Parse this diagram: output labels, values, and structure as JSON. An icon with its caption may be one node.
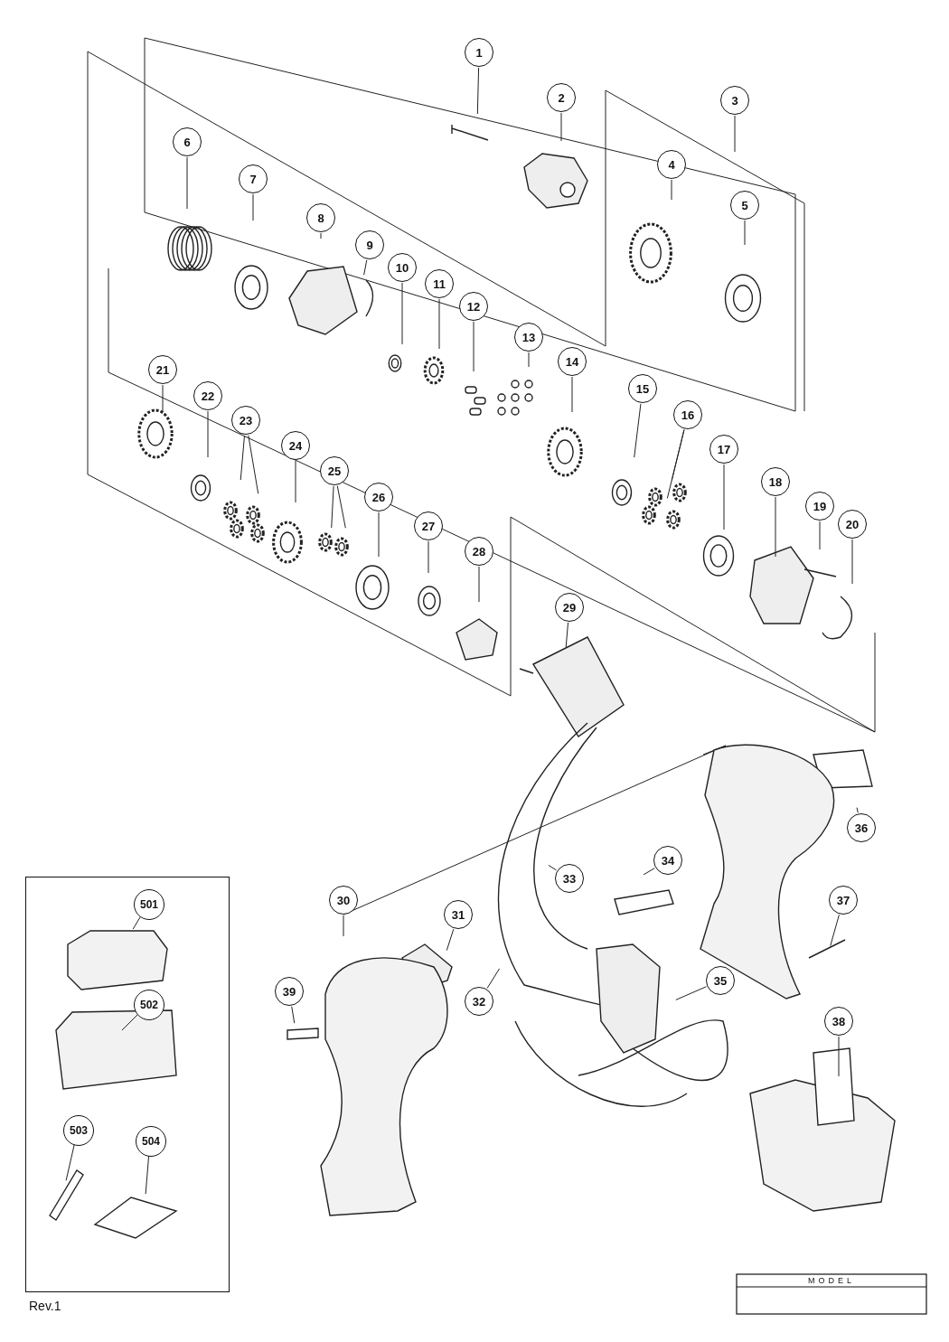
{
  "diagram": {
    "nodes": [
      {
        "text": [
          "1"
        ]
      },
      {
        "text": [
          "2"
        ]
      },
      {
        "text": [
          "3"
        ]
      },
      {
        "text": [
          "4"
        ]
      },
      {
        "text": [
          "5"
        ]
      },
      {
        "text": [
          "6"
        ]
      },
      {
        "text": [
          "7"
        ]
      },
      {
        "text": [
          "8"
        ]
      },
      {
        "text": [
          "9"
        ]
      },
      {
        "text": [
          "10"
        ]
      },
      {
        "text": [
          "11"
        ]
      },
      {
        "text": [
          "12"
        ]
      },
      {
        "text": [
          "13"
        ]
      },
      {
        "text": [
          "14"
        ]
      },
      {
        "text": [
          "15"
        ]
      },
      {
        "text": [
          "16"
        ]
      },
      {
        "text": [
          "17"
        ]
      },
      {
        "text": [
          "18"
        ]
      },
      {
        "text": [
          "19"
        ]
      },
      {
        "text": [
          "20"
        ]
      },
      {
        "text": [
          "21"
        ]
      },
      {
        "text": [
          "22"
        ]
      },
      {
        "text": [
          "23"
        ]
      },
      {
        "text": [
          "24"
        ]
      },
      {
        "text": [
          "25"
        ]
      },
      {
        "text": [
          "26"
        ]
      },
      {
        "text": [
          "27"
        ]
      },
      {
        "text": [
          "28"
        ]
      },
      {
        "text": [
          "29"
        ]
      },
      {
        "text": [
          "30"
        ]
      },
      {
        "text": [
          "31"
        ]
      },
      {
        "text": [
          "32"
        ]
      },
      {
        "text": [
          "33"
        ]
      },
      {
        "text": [
          "34"
        ]
      },
      {
        "text": [
          "35"
        ]
      },
      {
        "text": [
          "36"
        ]
      },
      {
        "text": [
          "37"
        ]
      },
      {
        "text": [
          "38"
        ]
      },
      {
        "text": [
          "39"
        ]
      },
      {
        "text": [],
        "shape": "box"
      },
      {
        "text": [
          "501"
        ],
        "in": 39
      },
      {
        "text": [
          "502"
        ],
        "in": 39
      },
      {
        "text": [
          "503"
        ],
        "in": 39
      },
      {
        "text": [
          "504"
        ],
        "in": 39
      }
    ],
    "edges": [
      {
        "from": 0,
        "to": null,
        "arrow": "none"
      },
      {
        "from": 1,
        "to": null,
        "arrow": "none"
      },
      {
        "from": 2,
        "to": null,
        "arrow": "none"
      },
      {
        "from": 3,
        "to": null,
        "arrow": "none"
      },
      {
        "from": 4,
        "to": null,
        "arrow": "none"
      },
      {
        "from": 5,
        "to": null,
        "arrow": "none"
      },
      {
        "from": 6,
        "to": null,
        "arrow": "none"
      },
      {
        "from": 7,
        "to": null,
        "arrow": "none"
      },
      {
        "from": 8,
        "to": null,
        "arrow": "none"
      },
      {
        "from": 9,
        "to": null,
        "arrow": "none"
      },
      {
        "from": 10,
        "to": null,
        "arrow": "none"
      },
      {
        "from": 11,
        "to": null,
        "arrow": "none"
      },
      {
        "from": 12,
        "to": null,
        "arrow": "none"
      },
      {
        "from": 13,
        "to": null,
        "arrow": "none"
      },
      {
        "from": 14,
        "to": null,
        "arrow": "none"
      },
      {
        "from": 15,
        "to": null,
        "arrow": "none"
      },
      {
        "from": 15,
        "to": null,
        "arrow": "none"
      },
      {
        "from": 16,
        "to": null,
        "arrow": "none"
      },
      {
        "from": 17,
        "to": null,
        "arrow": "none"
      },
      {
        "from": 18,
        "to": null,
        "arrow": "none"
      },
      {
        "from": 19,
        "to": null,
        "arrow": "none"
      },
      {
        "from": 20,
        "to": null,
        "arrow": "none"
      },
      {
        "from": 21,
        "to": null,
        "arrow": "none"
      },
      {
        "from": 22,
        "to": null,
        "arrow": "none"
      },
      {
        "from": 22,
        "to": null,
        "arrow": "none"
      },
      {
        "from": 23,
        "to": null,
        "arrow": "none"
      },
      {
        "from": 24,
        "to": null,
        "arrow": "none"
      },
      {
        "from": 24,
        "to": null,
        "arrow": "none"
      },
      {
        "from": 25,
        "to": null,
        "arrow": "none"
      },
      {
        "from": 26,
        "to": null,
        "arrow": "none"
      },
      {
        "from": 27,
        "to": null,
        "arrow": "none"
      },
      {
        "from": 28,
        "to": null,
        "arrow": "none"
      },
      {
        "from": 29,
        "to": null,
        "arrow": "none"
      },
      {
        "from": 30,
        "to": null,
        "arrow": "none"
      },
      {
        "from": 31,
        "to": null,
        "arrow": "none"
      },
      {
        "from": 32,
        "to": null,
        "arrow": "none"
      },
      {
        "from": 33,
        "to": null,
        "arrow": "none"
      },
      {
        "from": 34,
        "to": null,
        "arrow": "none"
      },
      {
        "from": 35,
        "to": null,
        "arrow": "none"
      },
      {
        "from": 36,
        "to": null,
        "arrow": "none"
      },
      {
        "from": 37,
        "to": null,
        "arrow": "none"
      },
      {
        "from": 38,
        "to": null,
        "arrow": "none"
      },
      {
        "from": 40,
        "to": null,
        "arrow": "none"
      },
      {
        "from": 41,
        "to": null,
        "arrow": "none"
      },
      {
        "from": 42,
        "to": null,
        "arrow": "none"
      },
      {
        "from": 43,
        "to": null,
        "arrow": "none"
      }
    ],
    "labels": [
      "MODEL",
      "Rev.1"
    ]
  }
}
